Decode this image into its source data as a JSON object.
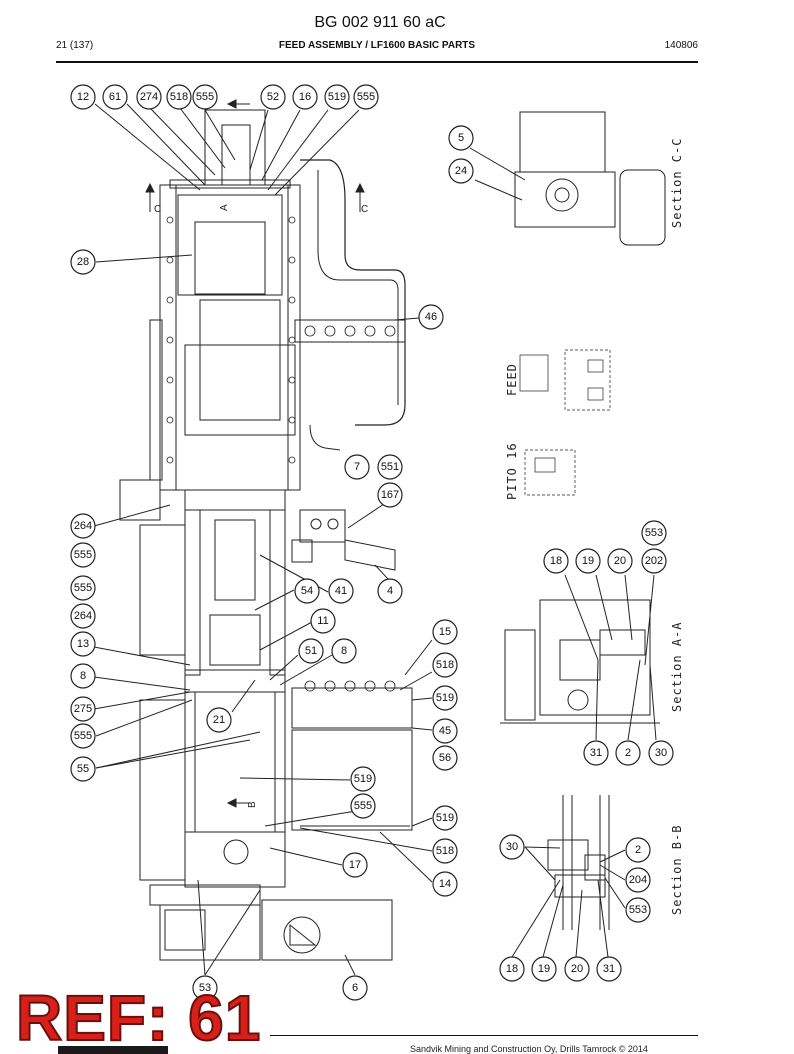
{
  "header": {
    "doc_code": "BG 002 911 60 aC",
    "page": "21 (137)",
    "title": "FEED ASSEMBLY / LF1600 BASIC PARTS",
    "date_code": "140806"
  },
  "drawing": {
    "section_labels": [
      "Section C-C",
      "Section A-A",
      "Section B-B"
    ],
    "schematic_labels": [
      "FEED",
      "PITO 16"
    ],
    "view_letters": [
      "A",
      "C",
      "C",
      "B"
    ],
    "callouts": [
      "12",
      "61",
      "274",
      "518",
      "555",
      "52",
      "16",
      "519",
      "555",
      "5",
      "24",
      "28",
      "46",
      "7",
      "551",
      "167",
      "264",
      "555",
      "555",
      "264",
      "54",
      "41",
      "4",
      "553",
      "18",
      "19",
      "20",
      "202",
      "13",
      "11",
      "51",
      "8",
      "15",
      "8",
      "518",
      "275",
      "21",
      "519",
      "555",
      "45",
      "56",
      "55",
      "31",
      "2",
      "30",
      "519",
      "555",
      "519",
      "518",
      "30",
      "2",
      "17",
      "14",
      "204",
      "553",
      "18",
      "19",
      "20",
      "31",
      "53",
      "6"
    ]
  },
  "stamp": {
    "text": "REF: 61"
  },
  "footer": {
    "text": "Sandvik Mining and Construction Oy, Drills Tamrock © 2014"
  }
}
